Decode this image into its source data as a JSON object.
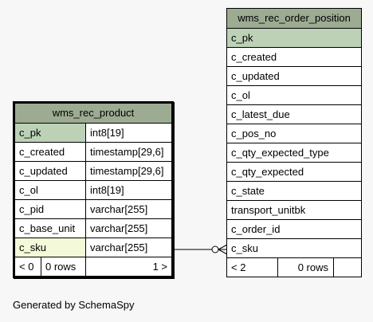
{
  "tables": [
    {
      "title": "wms_rec_product",
      "columns": [
        {
          "name": "c_pk",
          "type": "int8[19]"
        },
        {
          "name": "c_created",
          "type": "timestamp[29,6]"
        },
        {
          "name": "c_updated",
          "type": "timestamp[29,6]"
        },
        {
          "name": "c_ol",
          "type": "int8[19]"
        },
        {
          "name": "c_pid",
          "type": "varchar[255]"
        },
        {
          "name": "c_base_unit",
          "type": "varchar[255]"
        },
        {
          "name": "c_sku",
          "type": "varchar[255]"
        }
      ],
      "footer": {
        "parents": "< 0",
        "rows": "0 rows",
        "children": "1 >"
      }
    },
    {
      "title": "wms_rec_order_position",
      "columns": [
        {
          "name": "c_pk"
        },
        {
          "name": "c_created"
        },
        {
          "name": "c_updated"
        },
        {
          "name": "c_ol"
        },
        {
          "name": "c_latest_due"
        },
        {
          "name": "c_pos_no"
        },
        {
          "name": "c_qty_expected_type"
        },
        {
          "name": "c_qty_expected"
        },
        {
          "name": "c_state"
        },
        {
          "name": "transport_unitbk"
        },
        {
          "name": "c_order_id"
        },
        {
          "name": "c_sku"
        }
      ],
      "footer": {
        "parents": "< 2",
        "rows": "0 rows"
      }
    }
  ],
  "credit": "Generated by SchemaSpy",
  "colors": {
    "background": "#f7f7f7",
    "header": "#9cab92",
    "primary_key": "#bcd1b6",
    "foreign_key": "#f3f9d9",
    "line": "#000000"
  }
}
